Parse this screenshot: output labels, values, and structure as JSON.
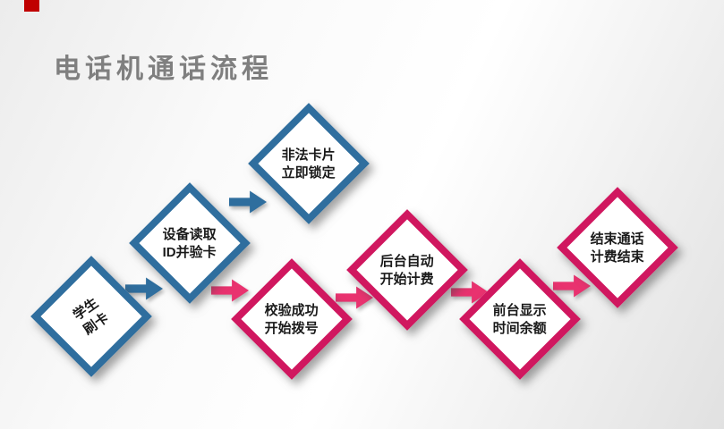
{
  "page": {
    "title": "电话机通话流程"
  },
  "colors": {
    "blue": "#2f6e9e",
    "pink": "#d0175f",
    "blue_arrow": "#2f6e9e",
    "pink_arrow": "#e9326f",
    "title": "#7f7f7f",
    "text": "#1a1a1a",
    "accent_red": "#c00000"
  },
  "nodes": [
    {
      "id": "student-swipe",
      "line1": "学生",
      "line2": "刷卡",
      "color": "blue"
    },
    {
      "id": "device-read",
      "line1": "设备读取",
      "line2": "ID并验卡",
      "color": "blue"
    },
    {
      "id": "illegal-lock",
      "line1": "非法卡片",
      "line2": "立即锁定",
      "color": "blue"
    },
    {
      "id": "verify-dial",
      "line1": "校验成功",
      "line2": "开始拨号",
      "color": "pink"
    },
    {
      "id": "auto-billing",
      "line1": "后台自动",
      "line2": "开始计费",
      "color": "pink"
    },
    {
      "id": "display-balance",
      "line1": "前台显示",
      "line2": "时间余额",
      "color": "pink"
    },
    {
      "id": "end-call",
      "line1": "结束通话",
      "line2": "计费结束",
      "color": "pink"
    }
  ],
  "arrows": [
    {
      "from": "student-swipe",
      "to": "device-read",
      "color": "blue"
    },
    {
      "from": "device-read",
      "to": "illegal-lock",
      "color": "blue"
    },
    {
      "from": "device-read",
      "to": "verify-dial",
      "color": "pink"
    },
    {
      "from": "verify-dial",
      "to": "auto-billing",
      "color": "pink"
    },
    {
      "from": "auto-billing",
      "to": "display-balance",
      "color": "pink"
    },
    {
      "from": "display-balance",
      "to": "end-call",
      "color": "pink"
    }
  ]
}
